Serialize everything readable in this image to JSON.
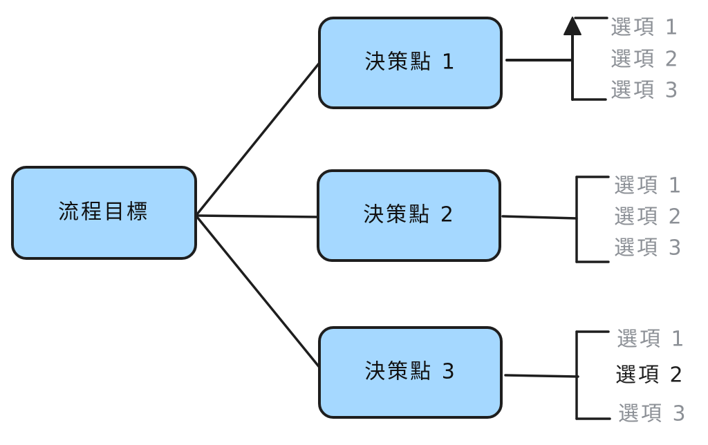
{
  "colors": {
    "node_fill": "#a5d8ff",
    "stroke": "#1e1e1e",
    "option_muted": "#8c9096",
    "option_highlight": "#1e1e1e"
  },
  "goal": {
    "label": "流程目標"
  },
  "decisions": [
    {
      "label": "決策點 1",
      "has_arrow": true,
      "options": [
        {
          "label": "選項 1",
          "highlight": false
        },
        {
          "label": "選項 2",
          "highlight": false
        },
        {
          "label": "選項 3",
          "highlight": false
        }
      ]
    },
    {
      "label": "決策點 2",
      "has_arrow": false,
      "options": [
        {
          "label": "選項 1",
          "highlight": false
        },
        {
          "label": "選項 2",
          "highlight": false
        },
        {
          "label": "選項 3",
          "highlight": false
        }
      ]
    },
    {
      "label": "決策點 3",
      "has_arrow": false,
      "options": [
        {
          "label": "選項 1",
          "highlight": false
        },
        {
          "label": "選項 2",
          "highlight": true
        },
        {
          "label": "選項 3",
          "highlight": false
        }
      ]
    }
  ]
}
